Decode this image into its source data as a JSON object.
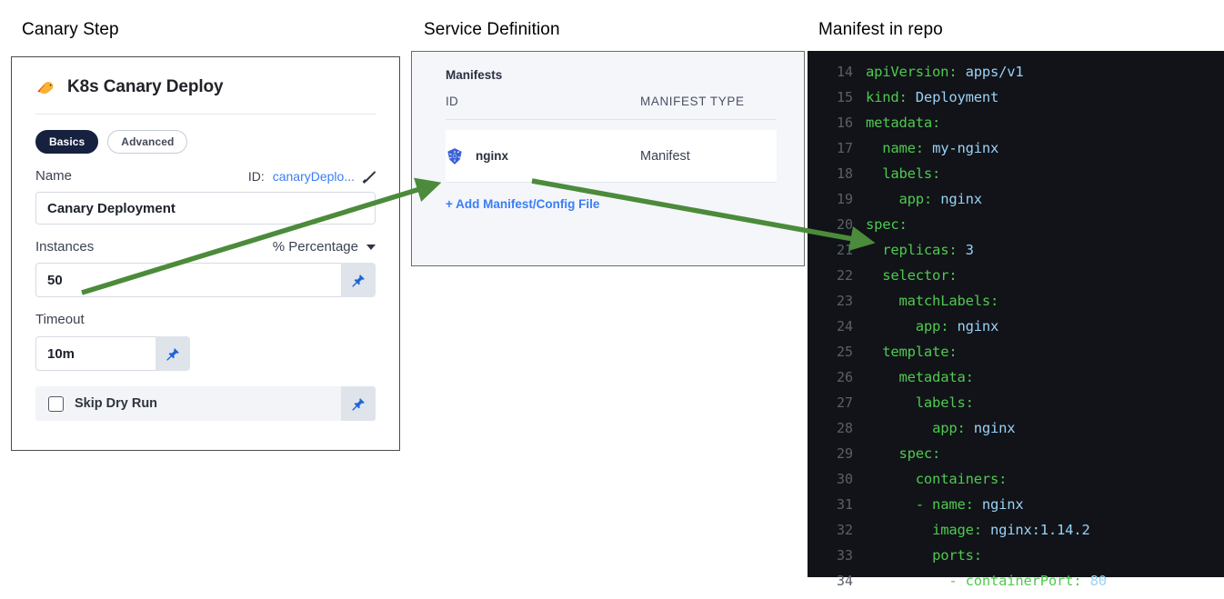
{
  "labels": {
    "canary_step": "Canary Step",
    "service_definition": "Service Definition",
    "manifest_in_repo": "Manifest in repo"
  },
  "colors": {
    "arrow_green": "#4b8b3b",
    "link_blue": "#3b7df4",
    "pill_active_bg": "#16213f",
    "code_bg": "#111318",
    "code_key_green": "#4fc94f",
    "code_value_blue": "#9ad1f5",
    "code_gutter_gray": "#5a6068",
    "k8s_blue": "#3a5fd9"
  },
  "canary_step": {
    "icon": "canary-bird-icon",
    "title": "K8s Canary Deploy",
    "tabs": [
      {
        "label": "Basics",
        "active": true
      },
      {
        "label": "Advanced",
        "active": false
      }
    ],
    "name_field": {
      "label": "Name",
      "id_prefix": "ID:",
      "id_value": "canaryDeplo...",
      "edit_icon": "pencil-icon",
      "value": "Canary Deployment"
    },
    "instances_field": {
      "label": "Instances",
      "unit_label": "% Percentage",
      "unit_caret": "chevron-down-icon",
      "value": "50",
      "pin_icon": "pushpin-icon"
    },
    "timeout_field": {
      "label": "Timeout",
      "value": "10m",
      "pin_icon": "pushpin-icon"
    },
    "skip_dry_run": {
      "label": "Skip Dry Run",
      "checked": false,
      "pin_icon": "pushpin-icon"
    }
  },
  "service_definition": {
    "section_title": "Manifests",
    "columns": [
      "ID",
      "MANIFEST TYPE"
    ],
    "rows": [
      {
        "icon": "kubernetes-icon",
        "id": "nginx",
        "manifest_type": "Manifest"
      }
    ],
    "add_link": "+ Add Manifest/Config File"
  },
  "manifest_code": {
    "lines": [
      {
        "no": "14",
        "indent": 0,
        "key": "apiVersion:",
        "value": " apps/v1"
      },
      {
        "no": "15",
        "indent": 0,
        "key": "kind:",
        "value": " Deployment"
      },
      {
        "no": "16",
        "indent": 0,
        "key": "metadata:",
        "value": ""
      },
      {
        "no": "17",
        "indent": 1,
        "key": "name:",
        "value": " my-nginx"
      },
      {
        "no": "18",
        "indent": 1,
        "key": "labels:",
        "value": ""
      },
      {
        "no": "19",
        "indent": 2,
        "key": "app:",
        "value": " nginx"
      },
      {
        "no": "20",
        "indent": 0,
        "key": "spec:",
        "value": ""
      },
      {
        "no": "21",
        "indent": 1,
        "key": "replicas:",
        "value": " 3"
      },
      {
        "no": "22",
        "indent": 1,
        "key": "selector:",
        "value": ""
      },
      {
        "no": "23",
        "indent": 2,
        "key": "matchLabels:",
        "value": ""
      },
      {
        "no": "24",
        "indent": 3,
        "key": "app:",
        "value": " nginx"
      },
      {
        "no": "25",
        "indent": 1,
        "key": "template:",
        "value": ""
      },
      {
        "no": "26",
        "indent": 2,
        "key": "metadata:",
        "value": ""
      },
      {
        "no": "27",
        "indent": 3,
        "key": "labels:",
        "value": ""
      },
      {
        "no": "28",
        "indent": 4,
        "key": "app:",
        "value": " nginx"
      },
      {
        "no": "29",
        "indent": 2,
        "key": "spec:",
        "value": ""
      },
      {
        "no": "30",
        "indent": 3,
        "key": "containers:",
        "value": ""
      },
      {
        "no": "31",
        "indent": 3,
        "key": "- name:",
        "value": " nginx"
      },
      {
        "no": "32",
        "indent": 4,
        "key": "image:",
        "value": " nginx:1.14.2"
      },
      {
        "no": "33",
        "indent": 4,
        "key": "ports:",
        "value": ""
      },
      {
        "no": "34",
        "indent": 5,
        "key": "- containerPort:",
        "value": " 80"
      }
    ]
  },
  "annotations": {
    "arrow_1": "instances-value-to-manifest-row",
    "arrow_2": "manifest-row-to-replicas-line"
  }
}
